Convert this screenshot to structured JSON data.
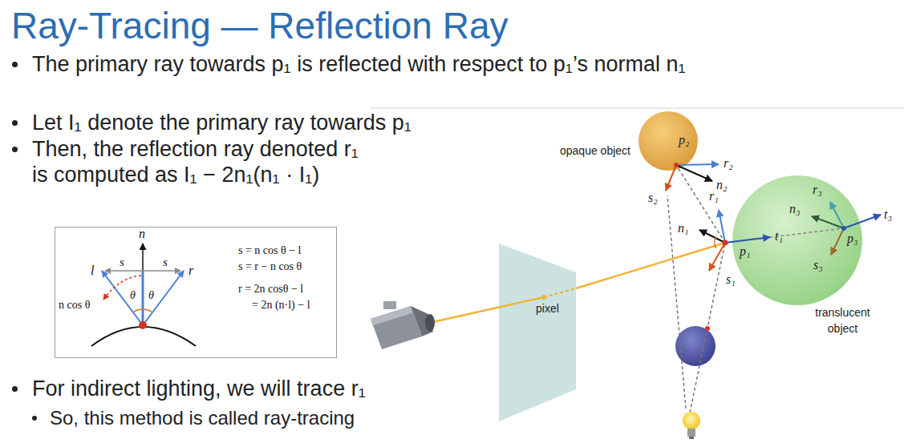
{
  "diagram": {
    "title": "Ray-Tracing — Reflection Ray",
    "nodes": [
      {
        "text": [
          "n",
          "l",
          "s",
          "s",
          "r",
          "s = n cos θ − l",
          "s = r − n cos θ",
          "n cos θ",
          "θ",
          "θ",
          "r = 2n cosθ − l",
          "= 2n (n·l) − l"
        ]
      }
    ],
    "labels": [
      "The primary ray towards p₁ is reflected with respect to p₁’s normal n₁",
      "Let I₁ denote the primary ray towards p₁",
      "Then, the reflection ray denoted r₁ is computed as I₁ − 2n₁(n₁ · I₁)",
      "opaque object",
      "p₂",
      "r₂",
      "n₂",
      "s₂",
      "r₁",
      "r₃",
      "n₁",
      "n₃",
      "t₃",
      "p₁",
      "t₁",
      "p₃",
      "s₃",
      "s₁",
      "pixel",
      "translucent object",
      "For indirect lighting, we will trace r₁",
      "So, this method is called ray-tracing"
    ]
  }
}
